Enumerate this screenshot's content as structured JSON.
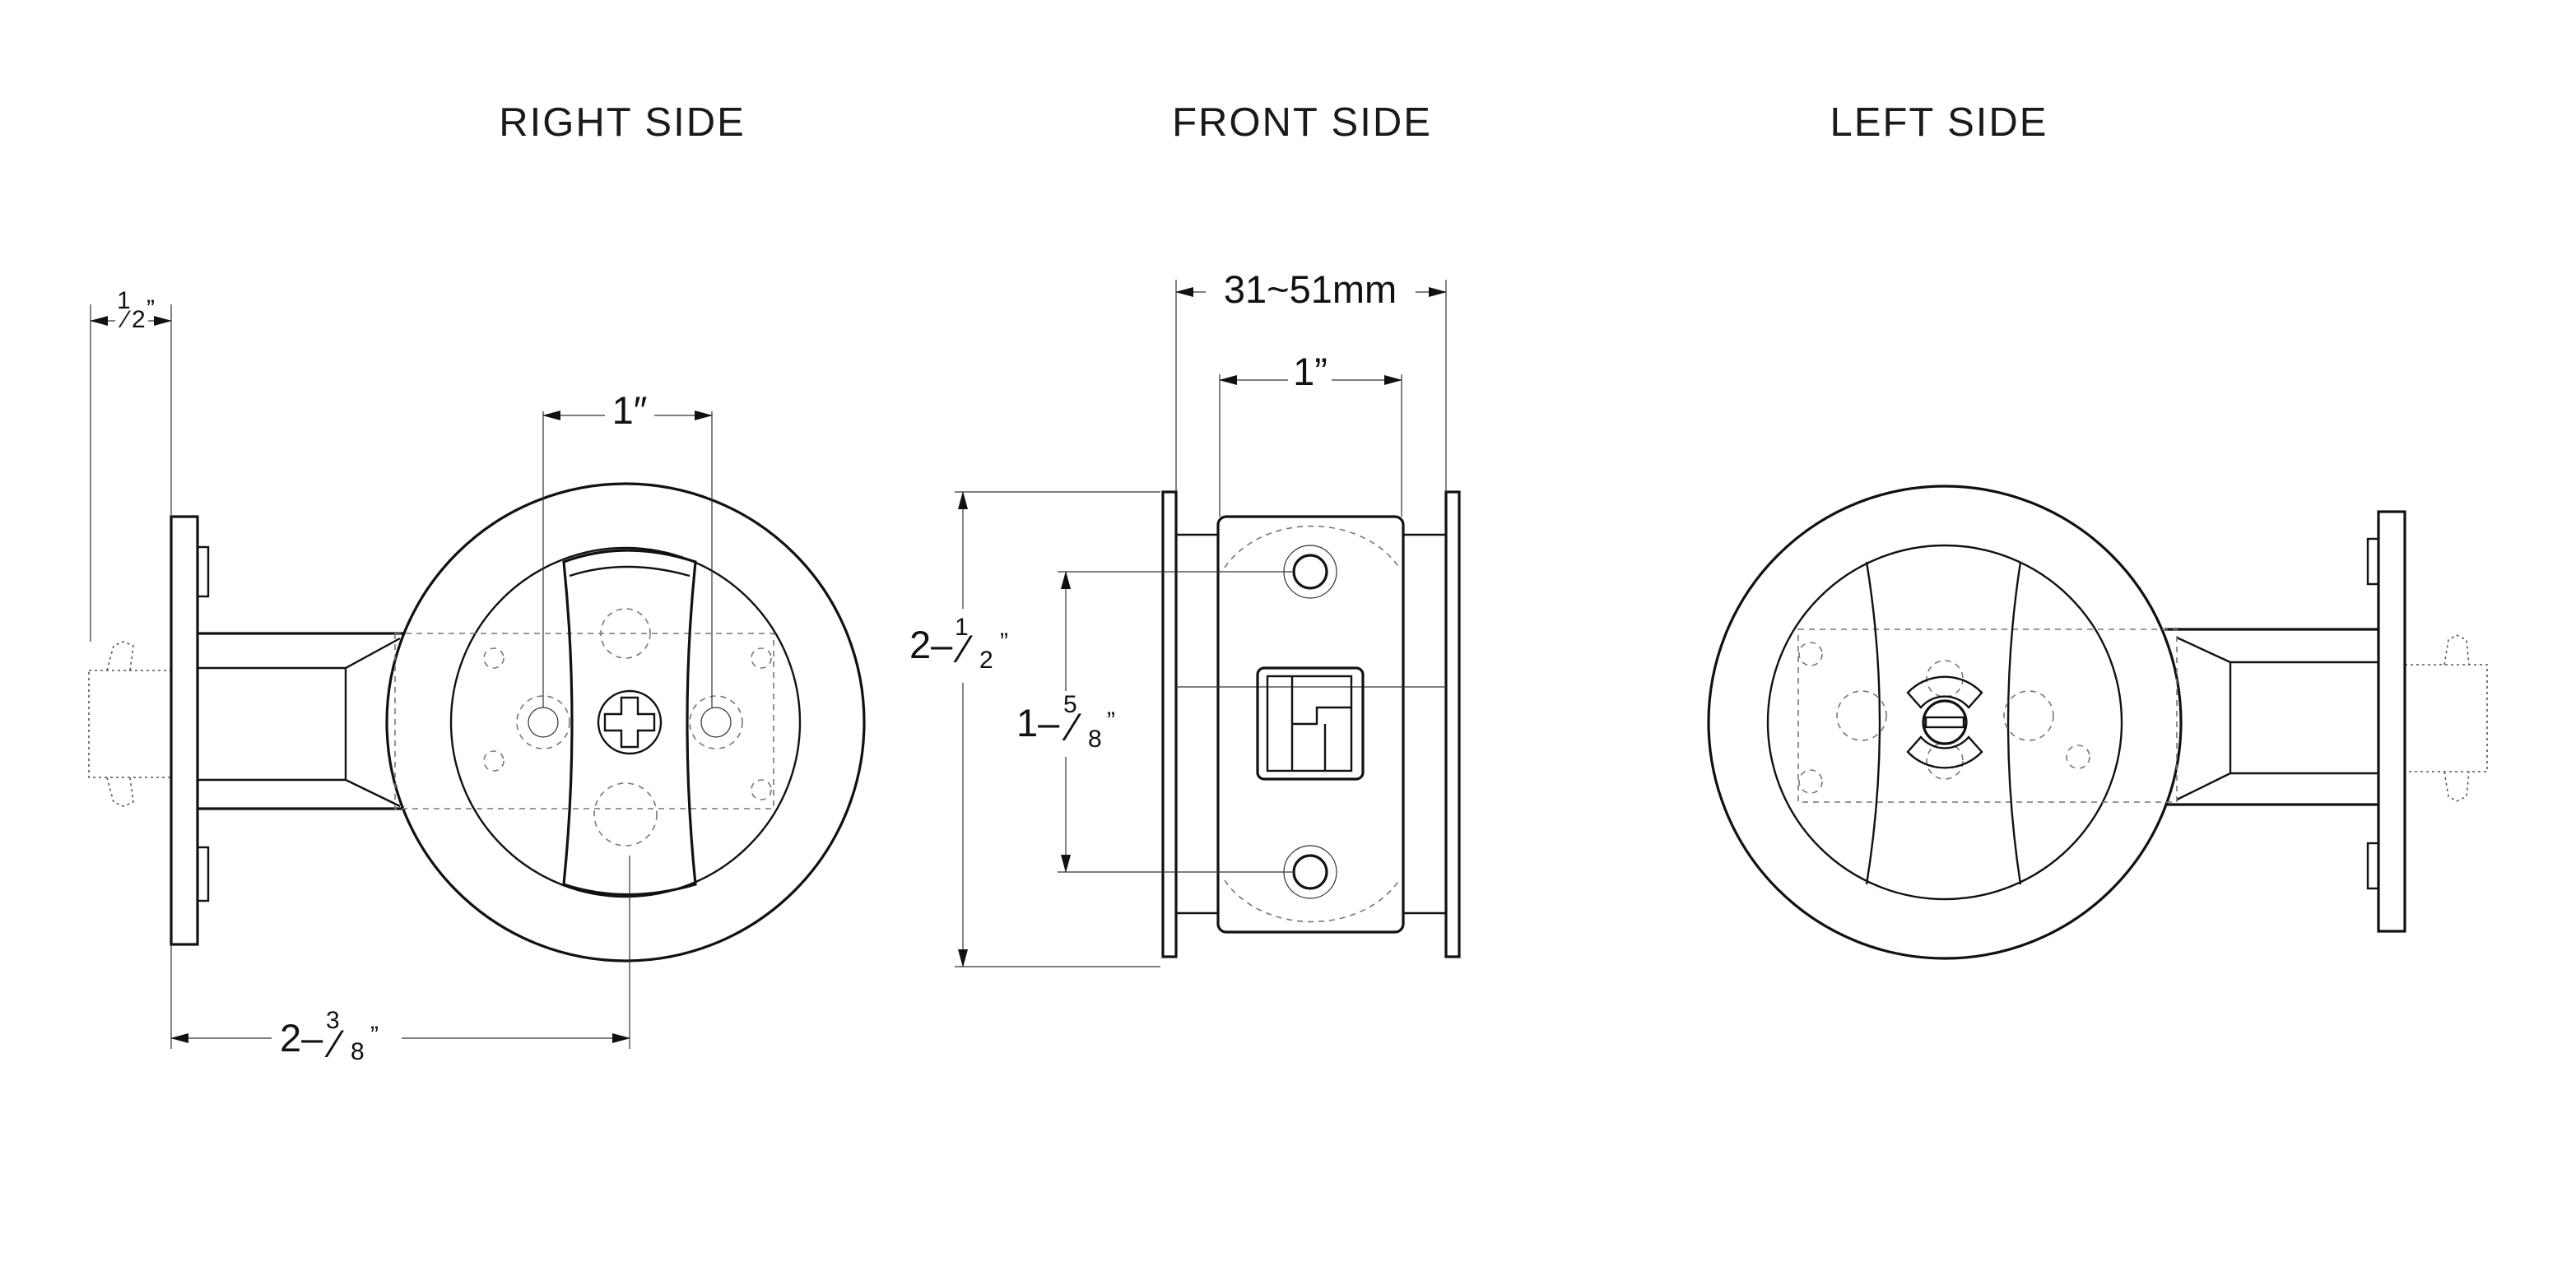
{
  "views": {
    "right": {
      "title": "RIGHT SIDE"
    },
    "front": {
      "title": "FRONT SIDE"
    },
    "left": {
      "title": "LEFT SIDE"
    }
  },
  "dimensions": {
    "right_backset_offset": {
      "whole": "",
      "num": "1",
      "den": "2",
      "unit": "”"
    },
    "right_spindle_spacing": "1″",
    "right_backset": {
      "whole": "2–",
      "num": "3",
      "den": "8",
      "unit": "”"
    },
    "front_door_thickness": "31~51mm",
    "front_width": "1”",
    "front_faceplate_height": {
      "whole": "2–",
      "num": "1",
      "den": "2",
      "unit": "”"
    },
    "front_screw_spacing": {
      "whole": "1–",
      "num": "5",
      "den": "8",
      "unit": "”"
    }
  }
}
